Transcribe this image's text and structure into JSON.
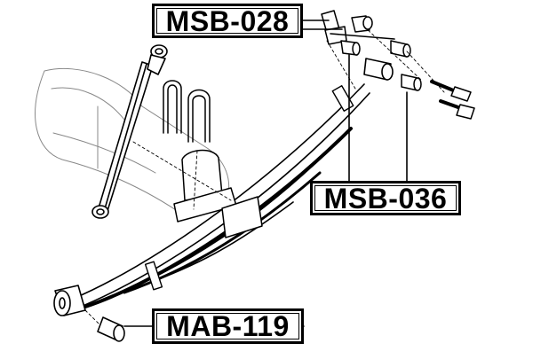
{
  "labels": {
    "msb028": "MSB-028",
    "msb036": "MSB-036",
    "mab119": "MAB-119"
  },
  "colors": {
    "line": "#000000",
    "background": "#ffffff"
  }
}
